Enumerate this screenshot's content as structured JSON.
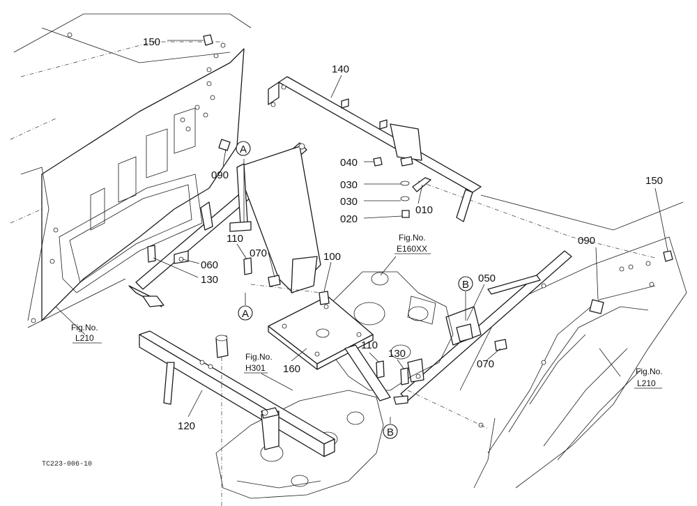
{
  "callouts": {
    "c150a": "150",
    "c140": "140",
    "c040": "040",
    "c030a": "030",
    "c030b": "030",
    "c010": "010",
    "c020": "020",
    "c090a": "090",
    "c150b": "150",
    "c110a": "110",
    "c070a": "070",
    "c100": "100",
    "c060": "060",
    "c130a": "130",
    "c090b": "090",
    "c050": "050",
    "c110b": "110",
    "c130b": "130",
    "c070b": "070",
    "c160": "160",
    "c120": "120"
  },
  "markers": {
    "a_top": "A",
    "a_bottom": "A",
    "b_top": "B",
    "b_bottom": "B"
  },
  "references": {
    "l210_left": {
      "line1": "Fig.No.",
      "line2": "L210"
    },
    "e160": {
      "line1": "Fig.No.",
      "line2": "E160XX"
    },
    "h301": {
      "line1": "Fig.No.",
      "line2": "H301"
    },
    "l210_right": {
      "line1": "Fig.No.",
      "line2": "L210"
    }
  },
  "drawing_code": "TC223-006-10"
}
